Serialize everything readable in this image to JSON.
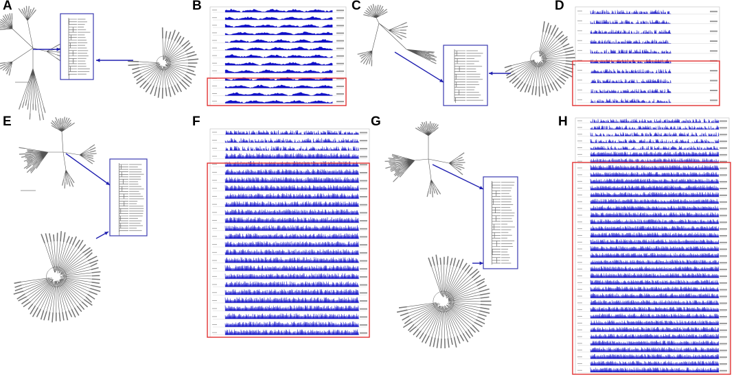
{
  "panels": [
    {
      "label": "A",
      "kind": "tree"
    },
    {
      "label": "B",
      "kind": "tracks"
    },
    {
      "label": "C",
      "kind": "tree"
    },
    {
      "label": "D",
      "kind": "tracks"
    },
    {
      "label": "E",
      "kind": "tree"
    },
    {
      "label": "F",
      "kind": "tracks"
    },
    {
      "label": "G",
      "kind": "tree"
    },
    {
      "label": "H",
      "kind": "tracks"
    }
  ],
  "colors": {
    "track_fill": "#1010c8",
    "tree_line": "#555555",
    "inset_box": "#3a3ab0",
    "highlight_box": "#e03030",
    "arrow": "#2020b0"
  }
}
